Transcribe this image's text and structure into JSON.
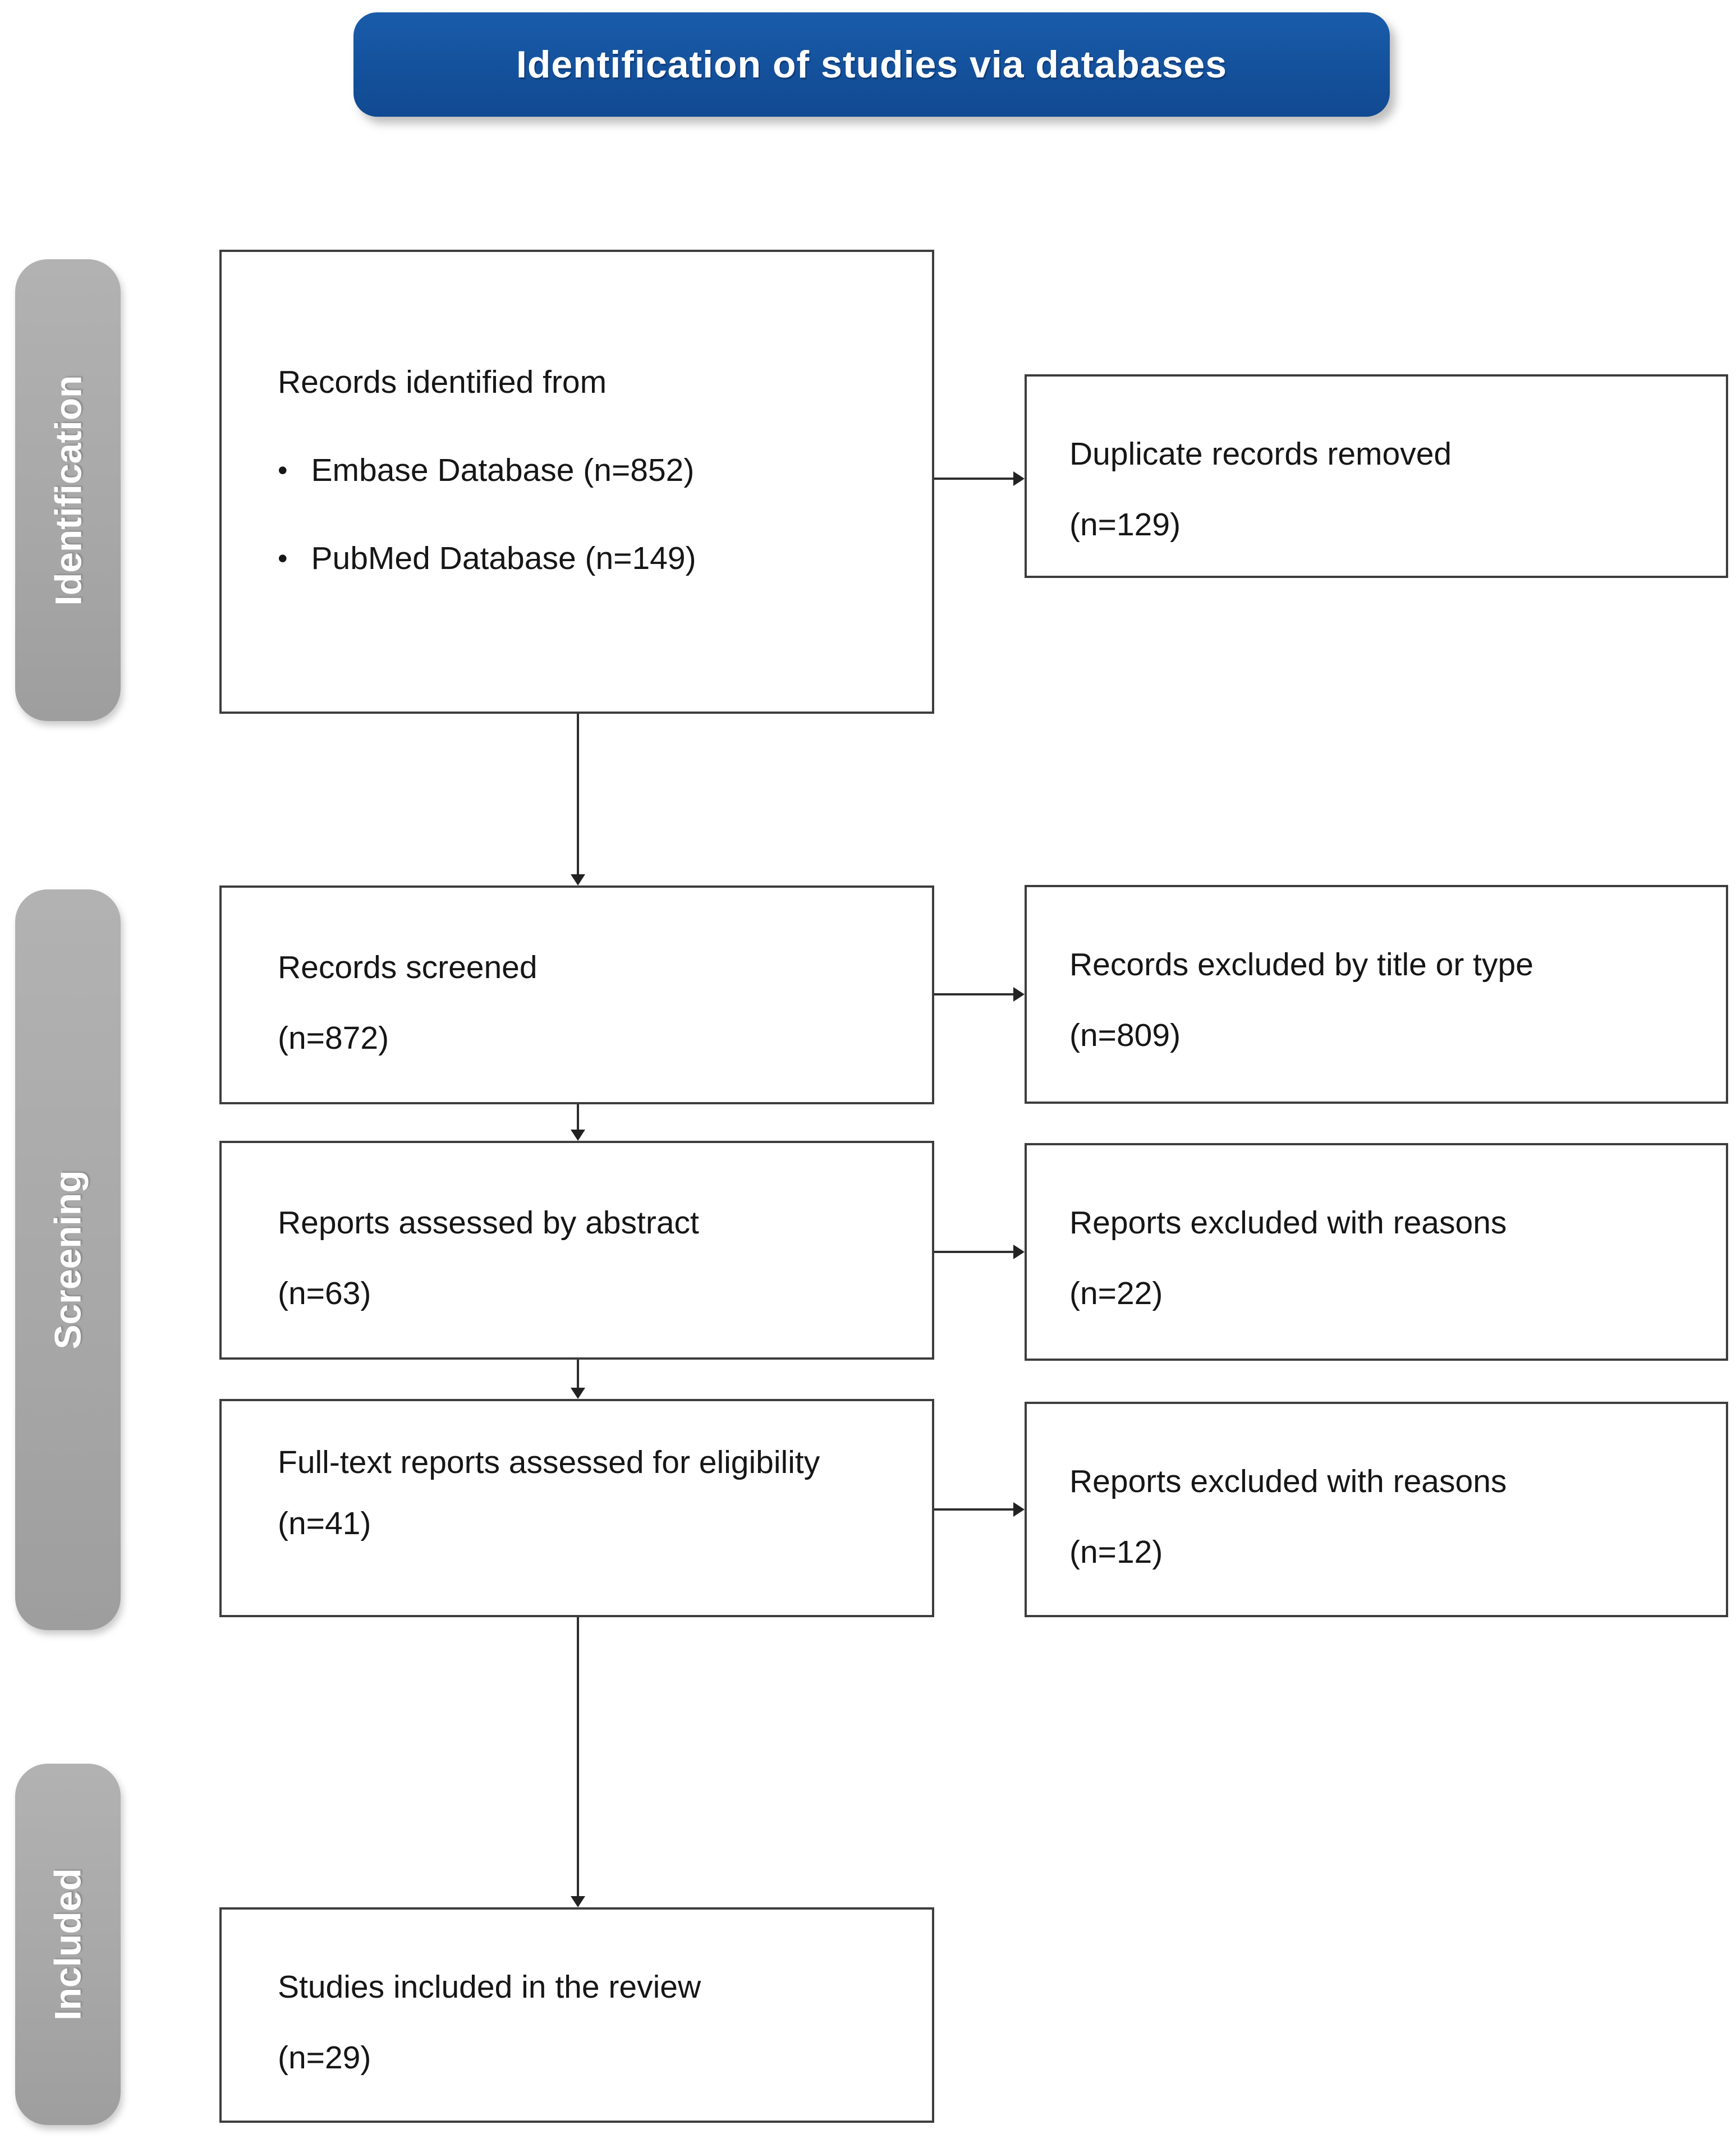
{
  "banner": {
    "title": "Identification of studies via databases"
  },
  "stages": {
    "identification": "Identification",
    "screening": "Screening",
    "included": "Included"
  },
  "boxes": {
    "records_identified": {
      "title": "Records identified from",
      "bullets": [
        "Embase Database (n=852)",
        "PubMed Database (n=149)"
      ]
    },
    "duplicates_removed": {
      "line1": "Duplicate records removed",
      "count": "(n=129)"
    },
    "records_screened": {
      "line1": "Records screened",
      "count": "(n=872)"
    },
    "records_excluded_title": {
      "line1": "Records excluded by title or type",
      "count": "(n=809)"
    },
    "reports_assessed_abstract": {
      "line1": "Reports assessed by abstract",
      "count": "(n=63)"
    },
    "reports_excluded_abstract": {
      "line1": "Reports excluded with reasons",
      "count": "(n=22)"
    },
    "fulltext_assessed": {
      "line1": "Full-text reports assessed for eligibility",
      "count": "(n=41)"
    },
    "reports_excluded_fulltext": {
      "line1": "Reports excluded with reasons",
      "count": "(n=12)"
    },
    "studies_included": {
      "line1": "Studies included in the review",
      "count": "(n=29)"
    }
  },
  "colors": {
    "banner_bg": "#14519c",
    "stage_bg": "#a7a7a7",
    "box_border": "#3d3d3d",
    "connector": "#2d2d2d",
    "text": "#161616",
    "banner_text": "#ffffff"
  }
}
